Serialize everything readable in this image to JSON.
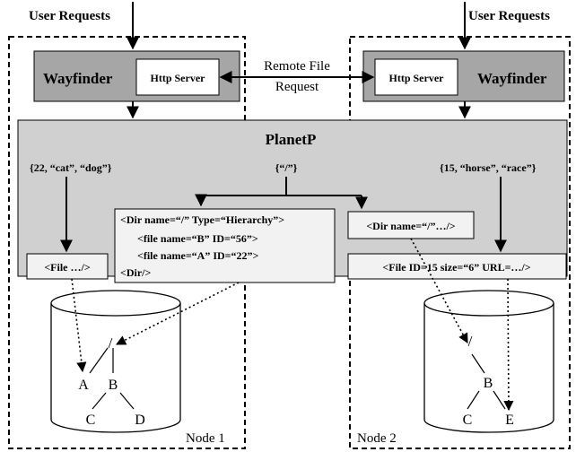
{
  "labels": {
    "user_requests_left": "User Requests",
    "user_requests_right": "User Requests",
    "wayfinder_left": "Wayfinder",
    "wayfinder_right": "Wayfinder",
    "http_server_left": "Http Server",
    "http_server_right": "Http Server",
    "remote_file_line1": "Remote File",
    "remote_file_line2": "Request",
    "planetp": "PlanetP",
    "tuple_left": "{22, “cat”, “dog”}",
    "tuple_center": "{“/”}",
    "tuple_right": "{15, “horse”, “race”}",
    "dir_line1": "<Dir name=“/” Type=“Hierarchy”>",
    "dir_line2": "<file name=“B” ID=“56”>",
    "dir_line3": "<file name=“A” ID=“22”>",
    "dir_line4": "<Dir/>",
    "file_left": "<File …/>",
    "dir_short": "<Dir name=“/”…/>",
    "file_right": "<File ID=15 size=“6” URL=…/>",
    "node1": "Node 1",
    "node2": "Node 2"
  },
  "tree_left": {
    "root": "/",
    "a": "A",
    "b": "B",
    "c": "C",
    "d": "D"
  },
  "tree_right": {
    "root": "/",
    "b": "B",
    "c": "C",
    "e": "E"
  },
  "colors": {
    "wayfinder_fill": "#a6a6a6",
    "planetp_fill": "#d0d0d0",
    "doc_box_fill": "#f2f2f2"
  }
}
